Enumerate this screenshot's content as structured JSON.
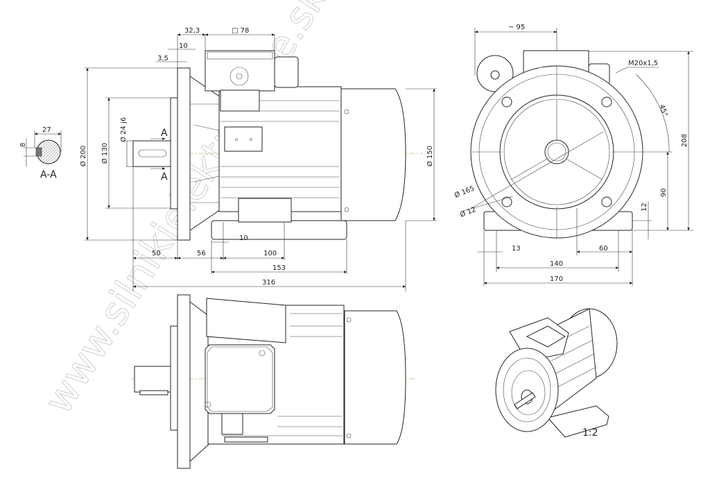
{
  "watermark": "www.silnikielektryczne.sklep.pl",
  "section": {
    "label": "A-A",
    "width": "27",
    "key": "8"
  },
  "side_view": {
    "dims": {
      "d323": "32,3",
      "sq78": "□ 78",
      "d10_top": "10",
      "d35": "3,5",
      "dia200": "Ø 200",
      "dia130": "Ø 130",
      "dia24": "Ø 24 j6",
      "dia150": "Ø 150",
      "d50": "50",
      "d56": "56",
      "d10_bot": "10",
      "d100": "100",
      "d153": "153",
      "d316": "316"
    },
    "section_mark": "A"
  },
  "front_view": {
    "dims": {
      "d95": "~ 95",
      "thread": "M20x1,5",
      "angle": "45°",
      "h208": "208",
      "h90": "90",
      "h12": "12",
      "dia165": "Ø 165",
      "dia12": "Ø 12",
      "d13": "13",
      "d60": "60",
      "d140": "140",
      "d170": "170"
    }
  },
  "iso_view": {
    "scale": "1:2"
  }
}
